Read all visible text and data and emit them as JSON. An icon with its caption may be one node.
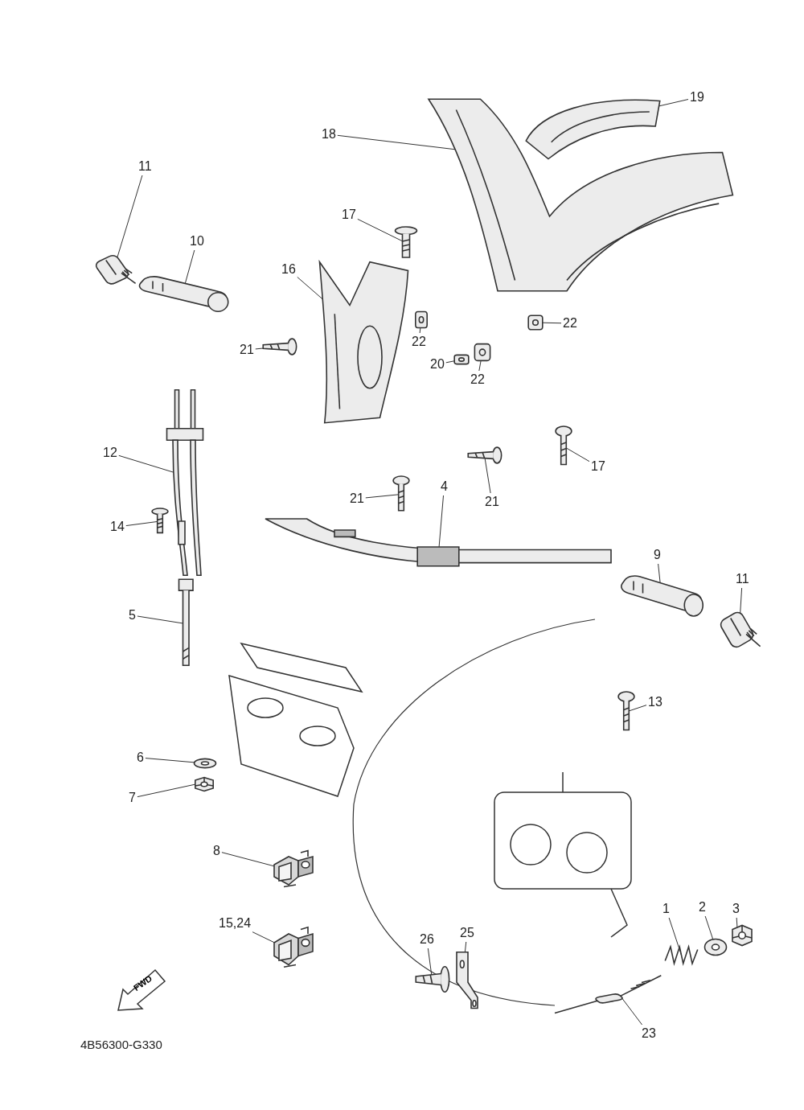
{
  "diagram": {
    "nodes": [
      {
        "text": [
          "11"
        ]
      },
      {
        "text": [
          "10"
        ]
      },
      {
        "text": [
          "18"
        ]
      },
      {
        "text": [
          "19"
        ]
      },
      {
        "text": [
          "17"
        ]
      },
      {
        "text": [
          "16"
        ]
      },
      {
        "text": [
          "21"
        ]
      },
      {
        "text": [
          "22"
        ]
      },
      {
        "text": [
          "20"
        ]
      },
      {
        "text": [
          "22"
        ]
      },
      {
        "text": [
          "22"
        ]
      },
      {
        "text": [
          "12"
        ]
      },
      {
        "text": [
          "14"
        ]
      },
      {
        "text": [
          "21"
        ]
      },
      {
        "text": [
          "21"
        ]
      },
      {
        "text": [
          "17"
        ]
      },
      {
        "text": [
          "4"
        ]
      },
      {
        "text": [
          "9"
        ]
      },
      {
        "text": [
          "11"
        ]
      },
      {
        "text": [
          "5"
        ]
      },
      {
        "text": [
          "13"
        ]
      },
      {
        "text": [
          "6"
        ]
      },
      {
        "text": [
          "7"
        ]
      },
      {
        "text": [
          "8"
        ]
      },
      {
        "text": [
          "15,24"
        ]
      },
      {
        "text": [
          "26"
        ]
      },
      {
        "text": [
          "25"
        ]
      },
      {
        "text": [
          "1"
        ]
      },
      {
        "text": [
          "2"
        ]
      },
      {
        "text": [
          "3"
        ]
      },
      {
        "text": [
          "23"
        ]
      },
      {
        "text": [],
        "shape": "picture"
      },
      {
        "text": [],
        "shape": "picture"
      },
      {
        "text": [],
        "shape": "picture"
      },
      {
        "text": [],
        "shape": "picture"
      },
      {
        "text": [],
        "shape": "picture"
      },
      {
        "text": [],
        "shape": "picture"
      },
      {
        "text": [],
        "shape": "picture"
      },
      {
        "text": [],
        "shape": "picture"
      },
      {
        "text": [],
        "shape": "picture"
      },
      {
        "text": [],
        "shape": "picture"
      },
      {
        "text": [],
        "shape": "picture"
      },
      {
        "text": [],
        "shape": "picture"
      },
      {
        "text": [],
        "shape": "picture"
      },
      {
        "text": [],
        "shape": "picture"
      },
      {
        "text": [],
        "shape": "picture"
      },
      {
        "text": [],
        "shape": "picture"
      },
      {
        "text": [],
        "shape": "picture"
      },
      {
        "text": [],
        "shape": "picture"
      },
      {
        "text": [],
        "shape": "picture"
      },
      {
        "text": [],
        "shape": "picture"
      },
      {
        "text": [],
        "shape": "picture"
      },
      {
        "text": [],
        "shape": "picture"
      },
      {
        "text": [],
        "shape": "picture"
      },
      {
        "text": [],
        "shape": "picture"
      },
      {
        "text": [],
        "shape": "picture"
      },
      {
        "text": [],
        "shape": "picture"
      },
      {
        "text": [],
        "shape": "picture"
      },
      {
        "text": [],
        "shape": "picture"
      },
      {
        "text": [],
        "shape": "picture"
      },
      {
        "text": [],
        "shape": "picture"
      },
      {
        "text": [],
        "shape": "picture"
      },
      {
        "text": [
          "FWD"
        ]
      }
    ],
    "edges": [
      {
        "from": 0,
        "to": 31,
        "arrow": "none"
      },
      {
        "from": 1,
        "to": 32,
        "arrow": "none"
      },
      {
        "from": 2,
        "to": 33,
        "arrow": "none"
      },
      {
        "from": 3,
        "to": 34,
        "arrow": "none"
      },
      {
        "from": 4,
        "to": 35,
        "arrow": "none"
      },
      {
        "from": 5,
        "to": 36,
        "arrow": "none"
      },
      {
        "from": 6,
        "to": 37,
        "arrow": "none"
      },
      {
        "from": 7,
        "to": 38,
        "arrow": "none"
      },
      {
        "from": 8,
        "to": 39,
        "arrow": "none"
      },
      {
        "from": 9,
        "to": 40,
        "arrow": "none"
      },
      {
        "from": 10,
        "to": 41,
        "arrow": "none"
      },
      {
        "from": 11,
        "to": 42,
        "arrow": "none"
      },
      {
        "from": 12,
        "to": 43,
        "arrow": "none"
      },
      {
        "from": 13,
        "to": 44,
        "arrow": "none"
      },
      {
        "from": 14,
        "to": 45,
        "arrow": "none"
      },
      {
        "from": 15,
        "to": 46,
        "arrow": "none"
      },
      {
        "from": 16,
        "to": 47,
        "arrow": "none"
      },
      {
        "from": 17,
        "to": 48,
        "arrow": "none"
      },
      {
        "from": 18,
        "to": 49,
        "arrow": "none"
      },
      {
        "from": 19,
        "to": 50,
        "arrow": "none"
      },
      {
        "from": 20,
        "to": 51,
        "arrow": "none"
      },
      {
        "from": 21,
        "to": 52,
        "arrow": "none"
      },
      {
        "from": 22,
        "to": 53,
        "arrow": "none"
      },
      {
        "from": 23,
        "to": 54,
        "arrow": "none"
      },
      {
        "from": 24,
        "to": 55,
        "arrow": "none"
      },
      {
        "from": 25,
        "to": 56,
        "arrow": "none"
      },
      {
        "from": 26,
        "to": 57,
        "arrow": "none"
      },
      {
        "from": 27,
        "to": 58,
        "arrow": "none"
      },
      {
        "from": 28,
        "to": 59,
        "arrow": "none"
      },
      {
        "from": 29,
        "to": 60,
        "arrow": "none"
      },
      {
        "from": 30,
        "to": 61,
        "arrow": "none"
      }
    ],
    "labels": [
      "4B56300-G330"
    ]
  }
}
